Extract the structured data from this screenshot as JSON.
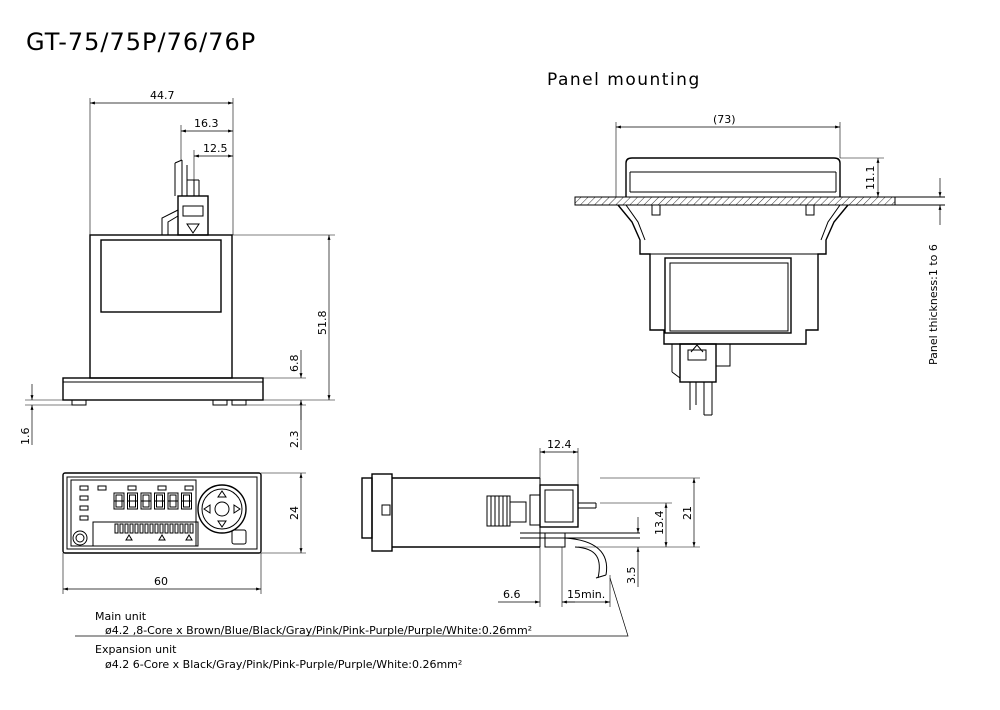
{
  "title": "GT-75/75P/76/76P",
  "panel_label": "Panel mounting",
  "dims": {
    "w447": "44.7",
    "w163": "16.3",
    "w125": "12.5",
    "h518": "51.8",
    "h68": "6.8",
    "h16": "1.6",
    "h23": "2.3",
    "h24": "24",
    "w60": "60",
    "w124": "12.4",
    "h21": "21",
    "h134": "13.4",
    "h35": "3.5",
    "w66": "6.6",
    "w15min": "15min.",
    "w73": "(73)",
    "h111": "11.1",
    "panel_thickness": "Panel thickness:1 to 6"
  },
  "notes": {
    "main_label": "Main unit",
    "main_spec": "ø4.2 ,8-Core x Brown/Blue/Black/Gray/Pink/Pink-Purple/Purple/White:0.26mm²",
    "exp_label": "Expansion unit",
    "exp_spec": "ø4.2 6-Core x Black/Gray/Pink/Pink-Purple/Purple/White:0.26mm²"
  },
  "display": {
    "digits": "888888"
  }
}
